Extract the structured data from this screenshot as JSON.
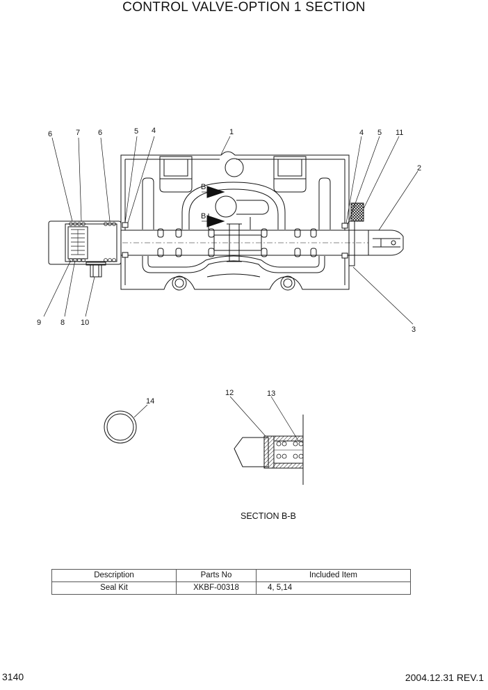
{
  "title": "CONTROL VALVE-OPTION 1 SECTION",
  "callouts": {
    "c1": "1",
    "c2": "2",
    "c3": "3",
    "c4a": "4",
    "c4b": "4",
    "c5a": "5",
    "c5b": "5",
    "c6a": "6",
    "c6b": "6",
    "c7": "7",
    "c8": "8",
    "c9": "9",
    "c10": "10",
    "c11": "11",
    "c12": "12",
    "c13": "13",
    "c14": "14",
    "b1": "B",
    "b2": "B"
  },
  "section_label": "SECTION B-B",
  "parts_table": {
    "headers": [
      "Description",
      "Parts No",
      "Included Item"
    ],
    "rows": [
      [
        "Seal Kit",
        "XKBF-00318",
        "4, 5,14"
      ]
    ]
  },
  "footer": {
    "page_number": "3140",
    "revision": "2004.12.31  REV.1"
  }
}
